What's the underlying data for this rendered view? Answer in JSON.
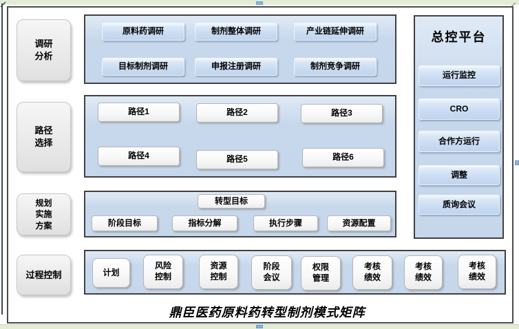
{
  "caption": "鼎臣医药原料药转型制剂模式矩阵",
  "stages": [
    {
      "label": "调研\n分析"
    },
    {
      "label": "路径\n选择"
    },
    {
      "label": "规划\n实施\n方案"
    },
    {
      "label": "过程控制"
    }
  ],
  "survey_row": {
    "items": [
      "原料药调研",
      "制剂整体调研",
      "产业链延伸调研",
      "目标制剂调研",
      "申报注册调研",
      "制剂竞争调研"
    ]
  },
  "path_row": {
    "items": [
      "路径1",
      "路径2",
      "路径3",
      "路径4",
      "路径5",
      "路径6"
    ]
  },
  "plan_row": {
    "goal": "转型目标",
    "items": [
      "阶段目标",
      "指标分解",
      "执行步骤",
      "资源配置"
    ]
  },
  "process_row": {
    "items": [
      "计划",
      "风险\n控制",
      "资源\n控制",
      "阶段\n会议",
      "权限\n管理",
      "考核\n绩效",
      "考核\n绩效",
      "考核\n绩效"
    ]
  },
  "control_panel": {
    "title": "总控平台",
    "items": [
      "运行监控",
      "CRO",
      "合作方运行",
      "调整",
      "质询会议"
    ]
  },
  "colors": {
    "container_blue": "#c6d7ec",
    "frame_border": "#4a4a4a",
    "cell_shading_green": "#e3edd5",
    "selection_handle_blue": "#8db3e2"
  }
}
